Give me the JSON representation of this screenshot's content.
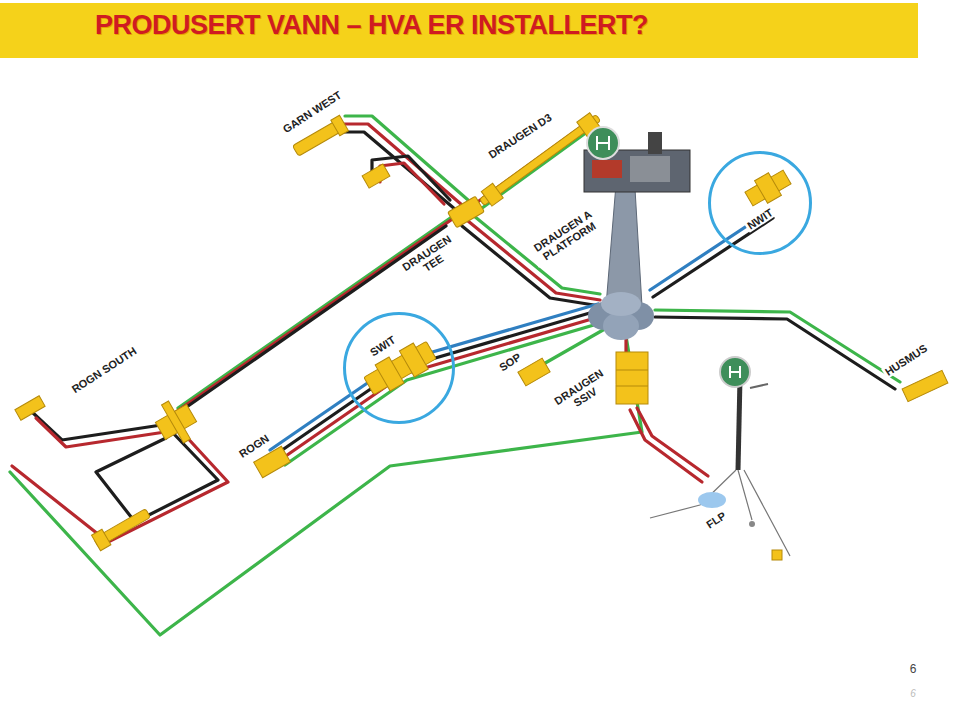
{
  "diagram": {
    "title": "PRODUSERT VANN – HVA ER INSTALLERT?",
    "nodes": [
      {
        "text": [
          "NWIT"
        ]
      },
      {
        "text": [
          "SWIT"
        ]
      }
    ],
    "labels": [
      "GARN WEST",
      "DRAUGEN D3",
      "DRAUGEN TEE",
      "DRAUGEN A PLATFORM",
      "ROGN SOUTH",
      "SOP",
      "DRAUGEN SSIV",
      "HUSMUS",
      "ROGN",
      "FLP",
      "6",
      "6"
    ]
  }
}
